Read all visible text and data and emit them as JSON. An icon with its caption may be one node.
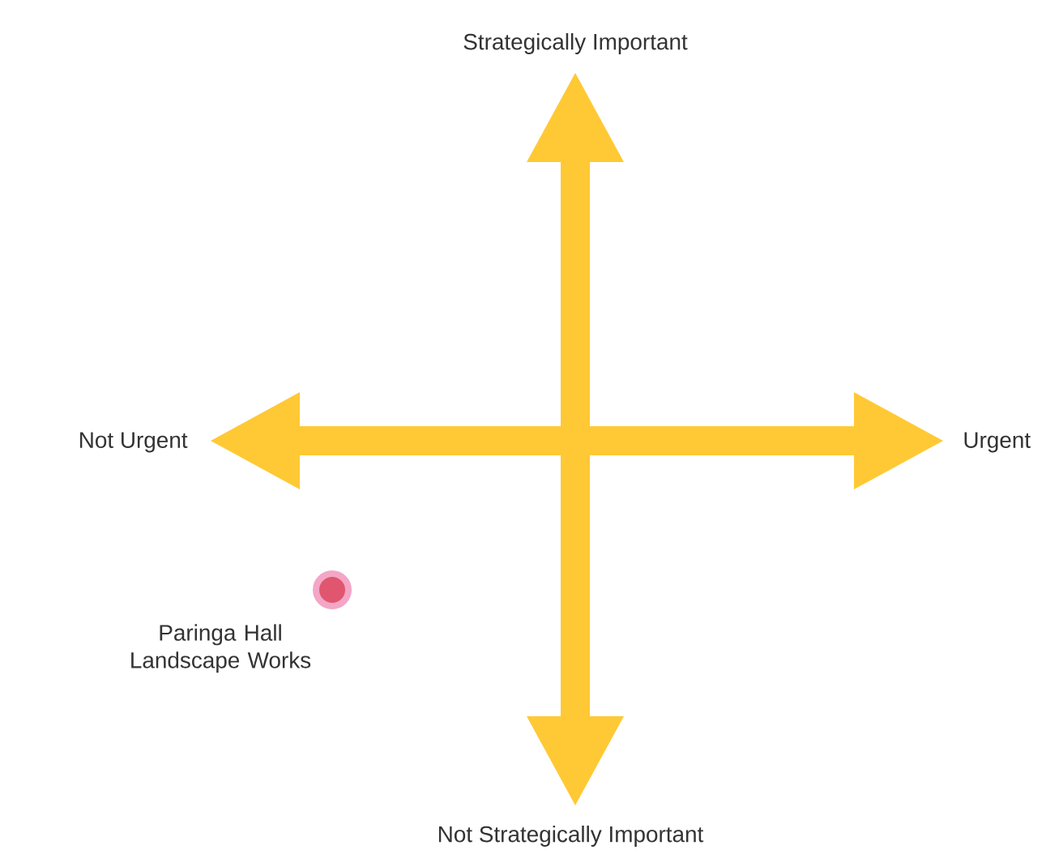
{
  "diagram": {
    "nodes": [
      {
        "text": [],
        "shape": "circle",
        "beside": [
          "Paringa Hall Landscape Works"
        ]
      }
    ],
    "labels": [
      "Strategically Important",
      "Not Urgent",
      "Urgent",
      "Not Strategically Important"
    ]
  }
}
